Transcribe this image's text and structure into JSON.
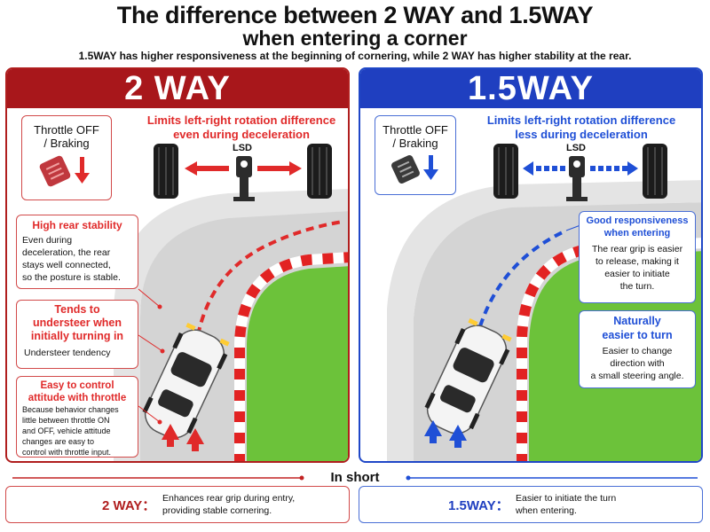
{
  "title": {
    "line1": "The difference between 2 WAY and 1.5WAY",
    "line2": "when entering a corner",
    "subtitle": "1.5WAY has higher responsiveness at the beginning of cornering, while  2 WAY  has higher stability at the rear."
  },
  "colors": {
    "red": "#a8171b",
    "blue": "#1f3fc0",
    "grass": "#6cc23a",
    "track": "#d8d8d8"
  },
  "left": {
    "header": "2 WAY",
    "throttle_box": {
      "line1": "Throttle OFF",
      "line2": "/ Braking",
      "icon": "pedal-down-red-icon"
    },
    "diff_caption": {
      "line1": "Limits left-right rotation difference",
      "line2": "even during deceleration"
    },
    "lsd_label": "LSD",
    "callouts": [
      {
        "title": "High rear stability",
        "body": [
          "Even during",
          "deceleration, the rear",
          "stays well connected,",
          "so the posture is stable."
        ]
      },
      {
        "title": "Tends to understeer when initially turning in",
        "title_lines": [
          "Tends to",
          "understeer when",
          "initially turning in"
        ],
        "body": [
          "Understeer tendency"
        ]
      },
      {
        "title_lines": [
          "Easy to control",
          "attitude with throttle"
        ],
        "body": [
          "Because behavior changes",
          "little between throttle ON",
          "and OFF, vehicle attitude",
          "changes are easy to",
          "control with throttle input."
        ]
      }
    ]
  },
  "right": {
    "header": "1.5WAY",
    "throttle_box": {
      "line1": "Throttle OFF",
      "line2": "/ Braking",
      "icon": "pedal-down-blue-icon"
    },
    "diff_caption": {
      "line1": "Limits left-right rotation difference",
      "line2": "less during deceleration"
    },
    "lsd_label": "LSD",
    "callouts": [
      {
        "title_lines": [
          "Good responsiveness",
          "when entering"
        ],
        "body": [
          "The rear grip is easier",
          "to release, making it",
          "easier to initiate",
          "the turn."
        ]
      },
      {
        "title_lines": [
          "Naturally",
          "easier to turn"
        ],
        "body": [
          "Easier to change",
          "direction with",
          "a small steering angle."
        ]
      }
    ]
  },
  "in_short": {
    "label": "In short",
    "left": {
      "label": "2 WAY：",
      "text": [
        "Enhances rear grip during entry,",
        "providing stable cornering."
      ]
    },
    "right": {
      "label": "1.5WAY：",
      "text": [
        "Easier to initiate the turn",
        "when entering."
      ]
    }
  }
}
